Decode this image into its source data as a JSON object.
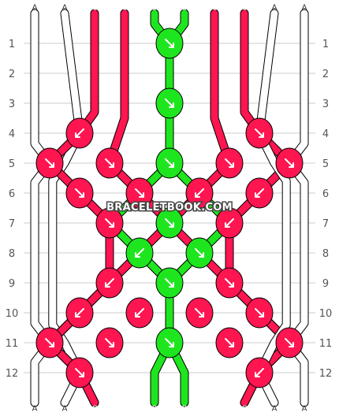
{
  "watermark": "BRACELETBOOK.COM",
  "colors": {
    "A": "#ffffff",
    "B": "#1ee61e",
    "C": "#ff1550"
  },
  "strand_labels": [
    "A",
    "A",
    "C",
    "C",
    "B",
    "B",
    "C",
    "C",
    "A",
    "A"
  ],
  "row_numbers": [
    "1",
    "2",
    "3",
    "4",
    "5",
    "6",
    "7",
    "8",
    "9",
    "10",
    "11",
    "12"
  ],
  "knots": [
    {
      "row": 1,
      "col": 4.5,
      "color": "B",
      "dir": "se"
    },
    {
      "row": 3,
      "col": 4.5,
      "color": "B",
      "dir": "se"
    },
    {
      "row": 4,
      "col": 1.5,
      "color": "C",
      "dir": "sw"
    },
    {
      "row": 4,
      "col": 7.5,
      "color": "C",
      "dir": "se"
    },
    {
      "row": 5,
      "col": 0.5,
      "color": "C",
      "dir": "se"
    },
    {
      "row": 5,
      "col": 2.5,
      "color": "C",
      "dir": "se"
    },
    {
      "row": 5,
      "col": 4.5,
      "color": "B",
      "dir": "se"
    },
    {
      "row": 5,
      "col": 6.5,
      "color": "C",
      "dir": "se"
    },
    {
      "row": 5,
      "col": 8.5,
      "color": "C",
      "dir": "se"
    },
    {
      "row": 6,
      "col": 1.5,
      "color": "C",
      "dir": "se"
    },
    {
      "row": 6,
      "col": 3.5,
      "color": "C",
      "dir": "se"
    },
    {
      "row": 6,
      "col": 5.5,
      "color": "C",
      "dir": "sw"
    },
    {
      "row": 6,
      "col": 7.5,
      "color": "C",
      "dir": "sw"
    },
    {
      "row": 7,
      "col": 2.5,
      "color": "C",
      "dir": "se"
    },
    {
      "row": 7,
      "col": 4.5,
      "color": "B",
      "dir": "se"
    },
    {
      "row": 7,
      "col": 6.5,
      "color": "C",
      "dir": "sw"
    },
    {
      "row": 8,
      "col": 3.5,
      "color": "B",
      "dir": "sw"
    },
    {
      "row": 8,
      "col": 5.5,
      "color": "B",
      "dir": "se"
    },
    {
      "row": 9,
      "col": 2.5,
      "color": "C",
      "dir": "sw"
    },
    {
      "row": 9,
      "col": 4.5,
      "color": "B",
      "dir": "se"
    },
    {
      "row": 9,
      "col": 6.5,
      "color": "C",
      "dir": "se"
    },
    {
      "row": 10,
      "col": 1.5,
      "color": "C",
      "dir": "sw"
    },
    {
      "row": 10,
      "col": 3.5,
      "color": "C",
      "dir": "sw"
    },
    {
      "row": 10,
      "col": 5.5,
      "color": "C",
      "dir": "se"
    },
    {
      "row": 10,
      "col": 7.5,
      "color": "C",
      "dir": "se"
    },
    {
      "row": 11,
      "col": 0.5,
      "color": "C",
      "dir": "se"
    },
    {
      "row": 11,
      "col": 2.5,
      "color": "C",
      "dir": "se"
    },
    {
      "row": 11,
      "col": 4.5,
      "color": "B",
      "dir": "se"
    },
    {
      "row": 11,
      "col": 6.5,
      "color": "C",
      "dir": "se"
    },
    {
      "row": 11,
      "col": 8.5,
      "color": "C",
      "dir": "se"
    },
    {
      "row": 12,
      "col": 1.5,
      "color": "C",
      "dir": "se"
    },
    {
      "row": 12,
      "col": 7.5,
      "color": "C",
      "dir": "sw"
    }
  ],
  "strands": [
    {
      "color": "A",
      "path": [
        [
          0,
          0
        ],
        [
          0,
          4.35
        ],
        [
          0.5,
          5
        ],
        [
          0,
          5.65
        ],
        [
          0,
          10.35
        ],
        [
          0.5,
          11
        ],
        [
          0,
          11.65
        ],
        [
          0,
          13
        ]
      ]
    },
    {
      "color": "A",
      "path": [
        [
          1,
          0
        ],
        [
          1.5,
          4
        ],
        [
          1,
          5
        ],
        [
          0.6,
          5.6
        ],
        [
          0.6,
          10.4
        ],
        [
          1,
          11
        ],
        [
          1.5,
          12
        ],
        [
          1,
          13
        ]
      ]
    },
    {
      "color": "C",
      "path": [
        [
          2,
          0
        ],
        [
          2,
          3.3
        ],
        [
          1.5,
          4
        ],
        [
          0.5,
          5
        ],
        [
          1.5,
          6
        ],
        [
          2.5,
          7
        ],
        [
          2.5,
          9
        ],
        [
          1.5,
          10
        ],
        [
          0.5,
          11
        ],
        [
          1.5,
          12
        ],
        [
          2,
          13
        ]
      ]
    },
    {
      "color": "C",
      "path": [
        [
          3,
          0
        ],
        [
          3,
          3.5
        ],
        [
          2.5,
          5
        ],
        [
          3.5,
          6
        ],
        [
          4.5,
          7
        ],
        [
          5.5,
          8
        ],
        [
          6.5,
          9
        ],
        [
          7.5,
          10
        ],
        [
          8.5,
          11
        ],
        [
          8,
          11.5
        ],
        [
          7.5,
          12
        ],
        [
          7,
          13
        ]
      ]
    },
    {
      "color": "B",
      "path": [
        [
          4,
          0
        ],
        [
          4,
          0.35
        ],
        [
          4.5,
          1
        ],
        [
          4.5,
          5
        ],
        [
          3.5,
          6
        ],
        [
          2.5,
          7
        ],
        [
          3.5,
          8
        ],
        [
          4.5,
          9
        ],
        [
          4.5,
          11
        ],
        [
          4,
          12
        ],
        [
          4,
          13
        ]
      ]
    },
    {
      "color": "B",
      "path": [
        [
          5,
          0
        ],
        [
          5,
          0.35
        ],
        [
          4.5,
          1
        ],
        [
          4.5,
          5
        ],
        [
          5.5,
          6
        ],
        [
          6.5,
          7
        ],
        [
          5.5,
          8
        ],
        [
          4.5,
          9
        ],
        [
          4.5,
          11
        ],
        [
          5,
          12
        ],
        [
          5,
          13
        ]
      ]
    },
    {
      "color": "C",
      "path": [
        [
          6,
          0
        ],
        [
          6,
          3.5
        ],
        [
          6.5,
          5
        ],
        [
          5.5,
          6
        ],
        [
          4.5,
          7
        ],
        [
          3.5,
          8
        ],
        [
          2.5,
          9
        ],
        [
          1.5,
          10
        ],
        [
          0.5,
          11
        ],
        [
          1,
          11.5
        ],
        [
          1.5,
          12
        ],
        [
          2,
          13
        ]
      ]
    },
    {
      "color": "C",
      "path": [
        [
          7,
          0
        ],
        [
          7,
          3.3
        ],
        [
          7.5,
          4
        ],
        [
          8.5,
          5
        ],
        [
          7.5,
          6
        ],
        [
          6.5,
          7
        ],
        [
          6.5,
          9
        ],
        [
          7.5,
          10
        ],
        [
          8.5,
          11
        ],
        [
          7.5,
          12
        ],
        [
          7,
          13
        ]
      ]
    },
    {
      "color": "A",
      "path": [
        [
          8,
          0
        ],
        [
          7.5,
          4
        ],
        [
          8,
          5
        ],
        [
          8.4,
          5.6
        ],
        [
          8.4,
          10.4
        ],
        [
          8,
          11
        ],
        [
          7.5,
          12
        ],
        [
          8,
          13
        ]
      ]
    },
    {
      "color": "A",
      "path": [
        [
          9,
          0
        ],
        [
          9,
          4.35
        ],
        [
          8.5,
          5
        ],
        [
          9,
          5.65
        ],
        [
          9,
          10.35
        ],
        [
          8.5,
          11
        ],
        [
          9,
          11.65
        ],
        [
          9,
          13
        ]
      ]
    }
  ]
}
